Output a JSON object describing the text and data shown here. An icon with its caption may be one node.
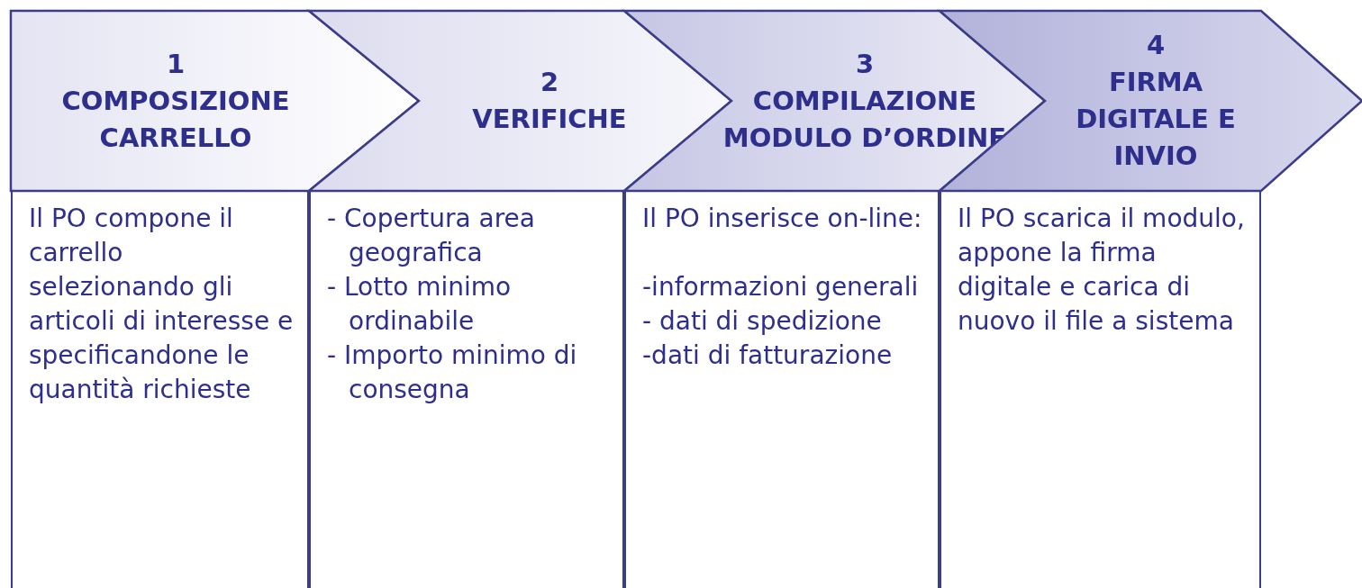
{
  "diagram": {
    "nodes": [
      {
        "text": [
          "1",
          "COMPOSIZIONE CARRELLO"
        ]
      },
      {
        "text": [
          "2",
          "VERIFICHE"
        ]
      },
      {
        "text": [
          "3",
          "COMPILAZIONE MODULO D’ORDINE"
        ]
      },
      {
        "text": [
          "4",
          "FIRMA DIGITALE E INVIO"
        ]
      },
      {
        "text": [
          "Il PO compone il carrello selezionando gli articoli di interesse e specificandone le quantità richieste"
        ]
      },
      {
        "text": [
          "- Copertura area geografica",
          "- Lotto minimo ordinabile",
          "- Importo minimo di consegna"
        ]
      },
      {
        "text": [
          "Il PO inserisce on-line:",
          "-informazioni generali",
          "- dati di spedizione",
          "-dati di fatturazione"
        ]
      },
      {
        "text": [
          "Il PO scarica il modulo, appone la firma digitale e carica di nuovo il file a sistema"
        ]
      }
    ]
  }
}
